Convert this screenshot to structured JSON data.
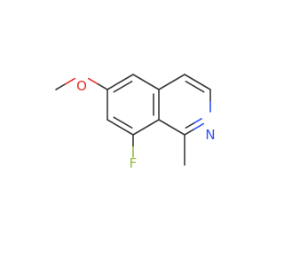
{
  "molecule": {
    "atoms": {
      "oxygen": {
        "symbol": "O",
        "color": "#e8302a"
      },
      "nitrogen": {
        "symbol": "N",
        "color": "#3050f8"
      },
      "fluorine": {
        "symbol": "F",
        "color": "#8fbf3a"
      }
    },
    "bond_color": "#3a3a3a"
  }
}
